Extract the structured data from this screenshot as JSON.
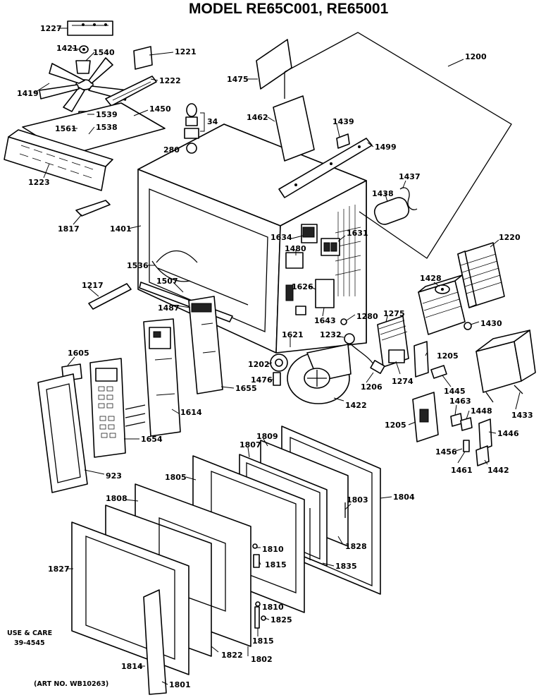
{
  "title": "MODEL RE65C001, RE65001",
  "footer": {
    "use_care_label": "USE & CARE",
    "use_care_number": "39-4545",
    "art_number": "(ART NO. WB10263)"
  },
  "part_labels": [
    {
      "id": "1227",
      "text": "1227"
    },
    {
      "id": "1421",
      "text": "1421"
    },
    {
      "id": "1540",
      "text": "1540"
    },
    {
      "id": "1221",
      "text": "1221"
    },
    {
      "id": "1222",
      "text": "1222"
    },
    {
      "id": "1419",
      "text": "1419"
    },
    {
      "id": "1450",
      "text": "1450"
    },
    {
      "id": "1539",
      "text": "1539"
    },
    {
      "id": "1561",
      "text": "1561"
    },
    {
      "id": "1538",
      "text": "1538"
    },
    {
      "id": "1223",
      "text": "1223"
    },
    {
      "id": "1817",
      "text": "1817"
    },
    {
      "id": "1401",
      "text": "1401"
    },
    {
      "id": "1475",
      "text": "1475"
    },
    {
      "id": "1200",
      "text": "1200"
    },
    {
      "id": "1462",
      "text": "1462"
    },
    {
      "id": "34",
      "text": "34"
    },
    {
      "id": "280",
      "text": "280"
    },
    {
      "id": "1439",
      "text": "1439"
    },
    {
      "id": "1499",
      "text": "1499"
    },
    {
      "id": "1437",
      "text": "1437"
    },
    {
      "id": "1438",
      "text": "1438"
    },
    {
      "id": "1634",
      "text": "1634"
    },
    {
      "id": "1631",
      "text": "1631"
    },
    {
      "id": "1220",
      "text": "1220"
    },
    {
      "id": "1480",
      "text": "1480"
    },
    {
      "id": "1536",
      "text": "1536"
    },
    {
      "id": "1217",
      "text": "1217"
    },
    {
      "id": "1507",
      "text": "1507"
    },
    {
      "id": "1487",
      "text": "1487"
    },
    {
      "id": "1626",
      "text": "1626"
    },
    {
      "id": "1643",
      "text": "1643"
    },
    {
      "id": "1428",
      "text": "1428"
    },
    {
      "id": "1280",
      "text": "1280"
    },
    {
      "id": "1275",
      "text": "1275"
    },
    {
      "id": "1430",
      "text": "1430"
    },
    {
      "id": "1232",
      "text": "1232"
    },
    {
      "id": "1621",
      "text": "1621"
    },
    {
      "id": "1605",
      "text": "1605"
    },
    {
      "id": "1202",
      "text": "1202"
    },
    {
      "id": "1205a",
      "text": "1205"
    },
    {
      "id": "1476",
      "text": "1476"
    },
    {
      "id": "1655",
      "text": "1655"
    },
    {
      "id": "1206",
      "text": "1206"
    },
    {
      "id": "1274",
      "text": "1274"
    },
    {
      "id": "1445",
      "text": "1445"
    },
    {
      "id": "1433",
      "text": "1433"
    },
    {
      "id": "1422",
      "text": "1422"
    },
    {
      "id": "1614",
      "text": "1614"
    },
    {
      "id": "1463",
      "text": "1463"
    },
    {
      "id": "1205b",
      "text": "1205"
    },
    {
      "id": "1448",
      "text": "1448"
    },
    {
      "id": "1446",
      "text": "1446"
    },
    {
      "id": "1654",
      "text": "1654"
    },
    {
      "id": "1456",
      "text": "1456"
    },
    {
      "id": "1461",
      "text": "1461"
    },
    {
      "id": "1442",
      "text": "1442"
    },
    {
      "id": "923",
      "text": "923"
    },
    {
      "id": "1809",
      "text": "1809"
    },
    {
      "id": "1807",
      "text": "1807"
    },
    {
      "id": "1805",
      "text": "1805"
    },
    {
      "id": "1804",
      "text": "1804"
    },
    {
      "id": "1808",
      "text": "1808"
    },
    {
      "id": "1803",
      "text": "1803"
    },
    {
      "id": "1828",
      "text": "1828"
    },
    {
      "id": "1810a",
      "text": "1810"
    },
    {
      "id": "1815a",
      "text": "1815"
    },
    {
      "id": "1835",
      "text": "1835"
    },
    {
      "id": "1827",
      "text": "1827"
    },
    {
      "id": "1810b",
      "text": "1810"
    },
    {
      "id": "1825",
      "text": "1825"
    },
    {
      "id": "1815b",
      "text": "1815"
    },
    {
      "id": "1822",
      "text": "1822"
    },
    {
      "id": "1802",
      "text": "1802"
    },
    {
      "id": "1814",
      "text": "1814"
    },
    {
      "id": "1801",
      "text": "1801"
    }
  ]
}
